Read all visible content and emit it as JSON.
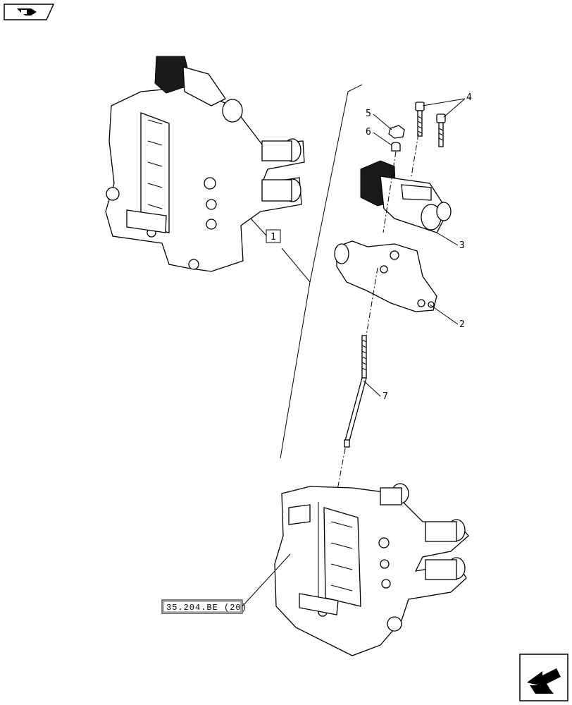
{
  "diagram": {
    "callouts": {
      "c1": "1",
      "c2": "2",
      "c3": "3",
      "c4": "4",
      "c5": "5",
      "c6": "6",
      "c7": "7"
    },
    "reference": "35.204.BE (20)"
  },
  "nav": {
    "prev_icon": "page-back-arrow-icon",
    "next_icon": "page-forward-arrow-icon"
  }
}
